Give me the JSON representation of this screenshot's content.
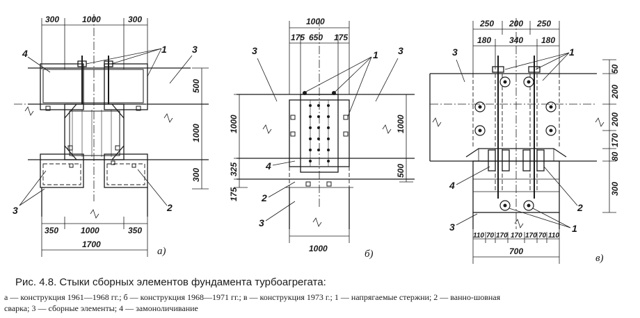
{
  "caption": {
    "title": "Рис. 4.8. Стыки сборных элементов фундамента турбоагрегата:",
    "notes_line1": "а — конструкция 1961—1968 гг.; б — конструкция 1968—1971 гг.; в — конструкция 1973 г.; 1 — напрягаемые стержни; 2 — ванно-шовная",
    "notes_line2": "сварка; 3 — сборные элементы; 4 — замоноличивание"
  },
  "panels": {
    "a": {
      "label": "а)",
      "dims_top": [
        "300",
        "1000",
        "300"
      ],
      "dims_right": [
        "500",
        "1000",
        "300"
      ],
      "dims_bottom": [
        "350",
        "1000",
        "350"
      ],
      "dim_total": "1700",
      "callouts": [
        "4",
        "1",
        "3",
        "3",
        "2"
      ]
    },
    "b": {
      "label": "б)",
      "dim_top_total": "1000",
      "dims_top": [
        "175",
        "650",
        "175"
      ],
      "dims_left": [
        "1000",
        "325",
        "175"
      ],
      "dims_right": [
        "1000",
        "500"
      ],
      "dim_bottom": "1000",
      "callouts": [
        "3",
        "1",
        "3",
        "4",
        "2",
        "3"
      ]
    },
    "c": {
      "label": "в)",
      "dims_top_row1": [
        "250",
        "200",
        "250"
      ],
      "dims_top_row2": [
        "180",
        "340",
        "180"
      ],
      "dims_right": [
        "50",
        "200",
        "200",
        "170",
        "80",
        "300"
      ],
      "dims_bottom": [
        "110",
        "70",
        "170",
        "170",
        "170",
        "70",
        "110"
      ],
      "dim_total": "700",
      "callouts": [
        "1",
        "3",
        "4",
        "2",
        "3",
        "1"
      ]
    }
  }
}
